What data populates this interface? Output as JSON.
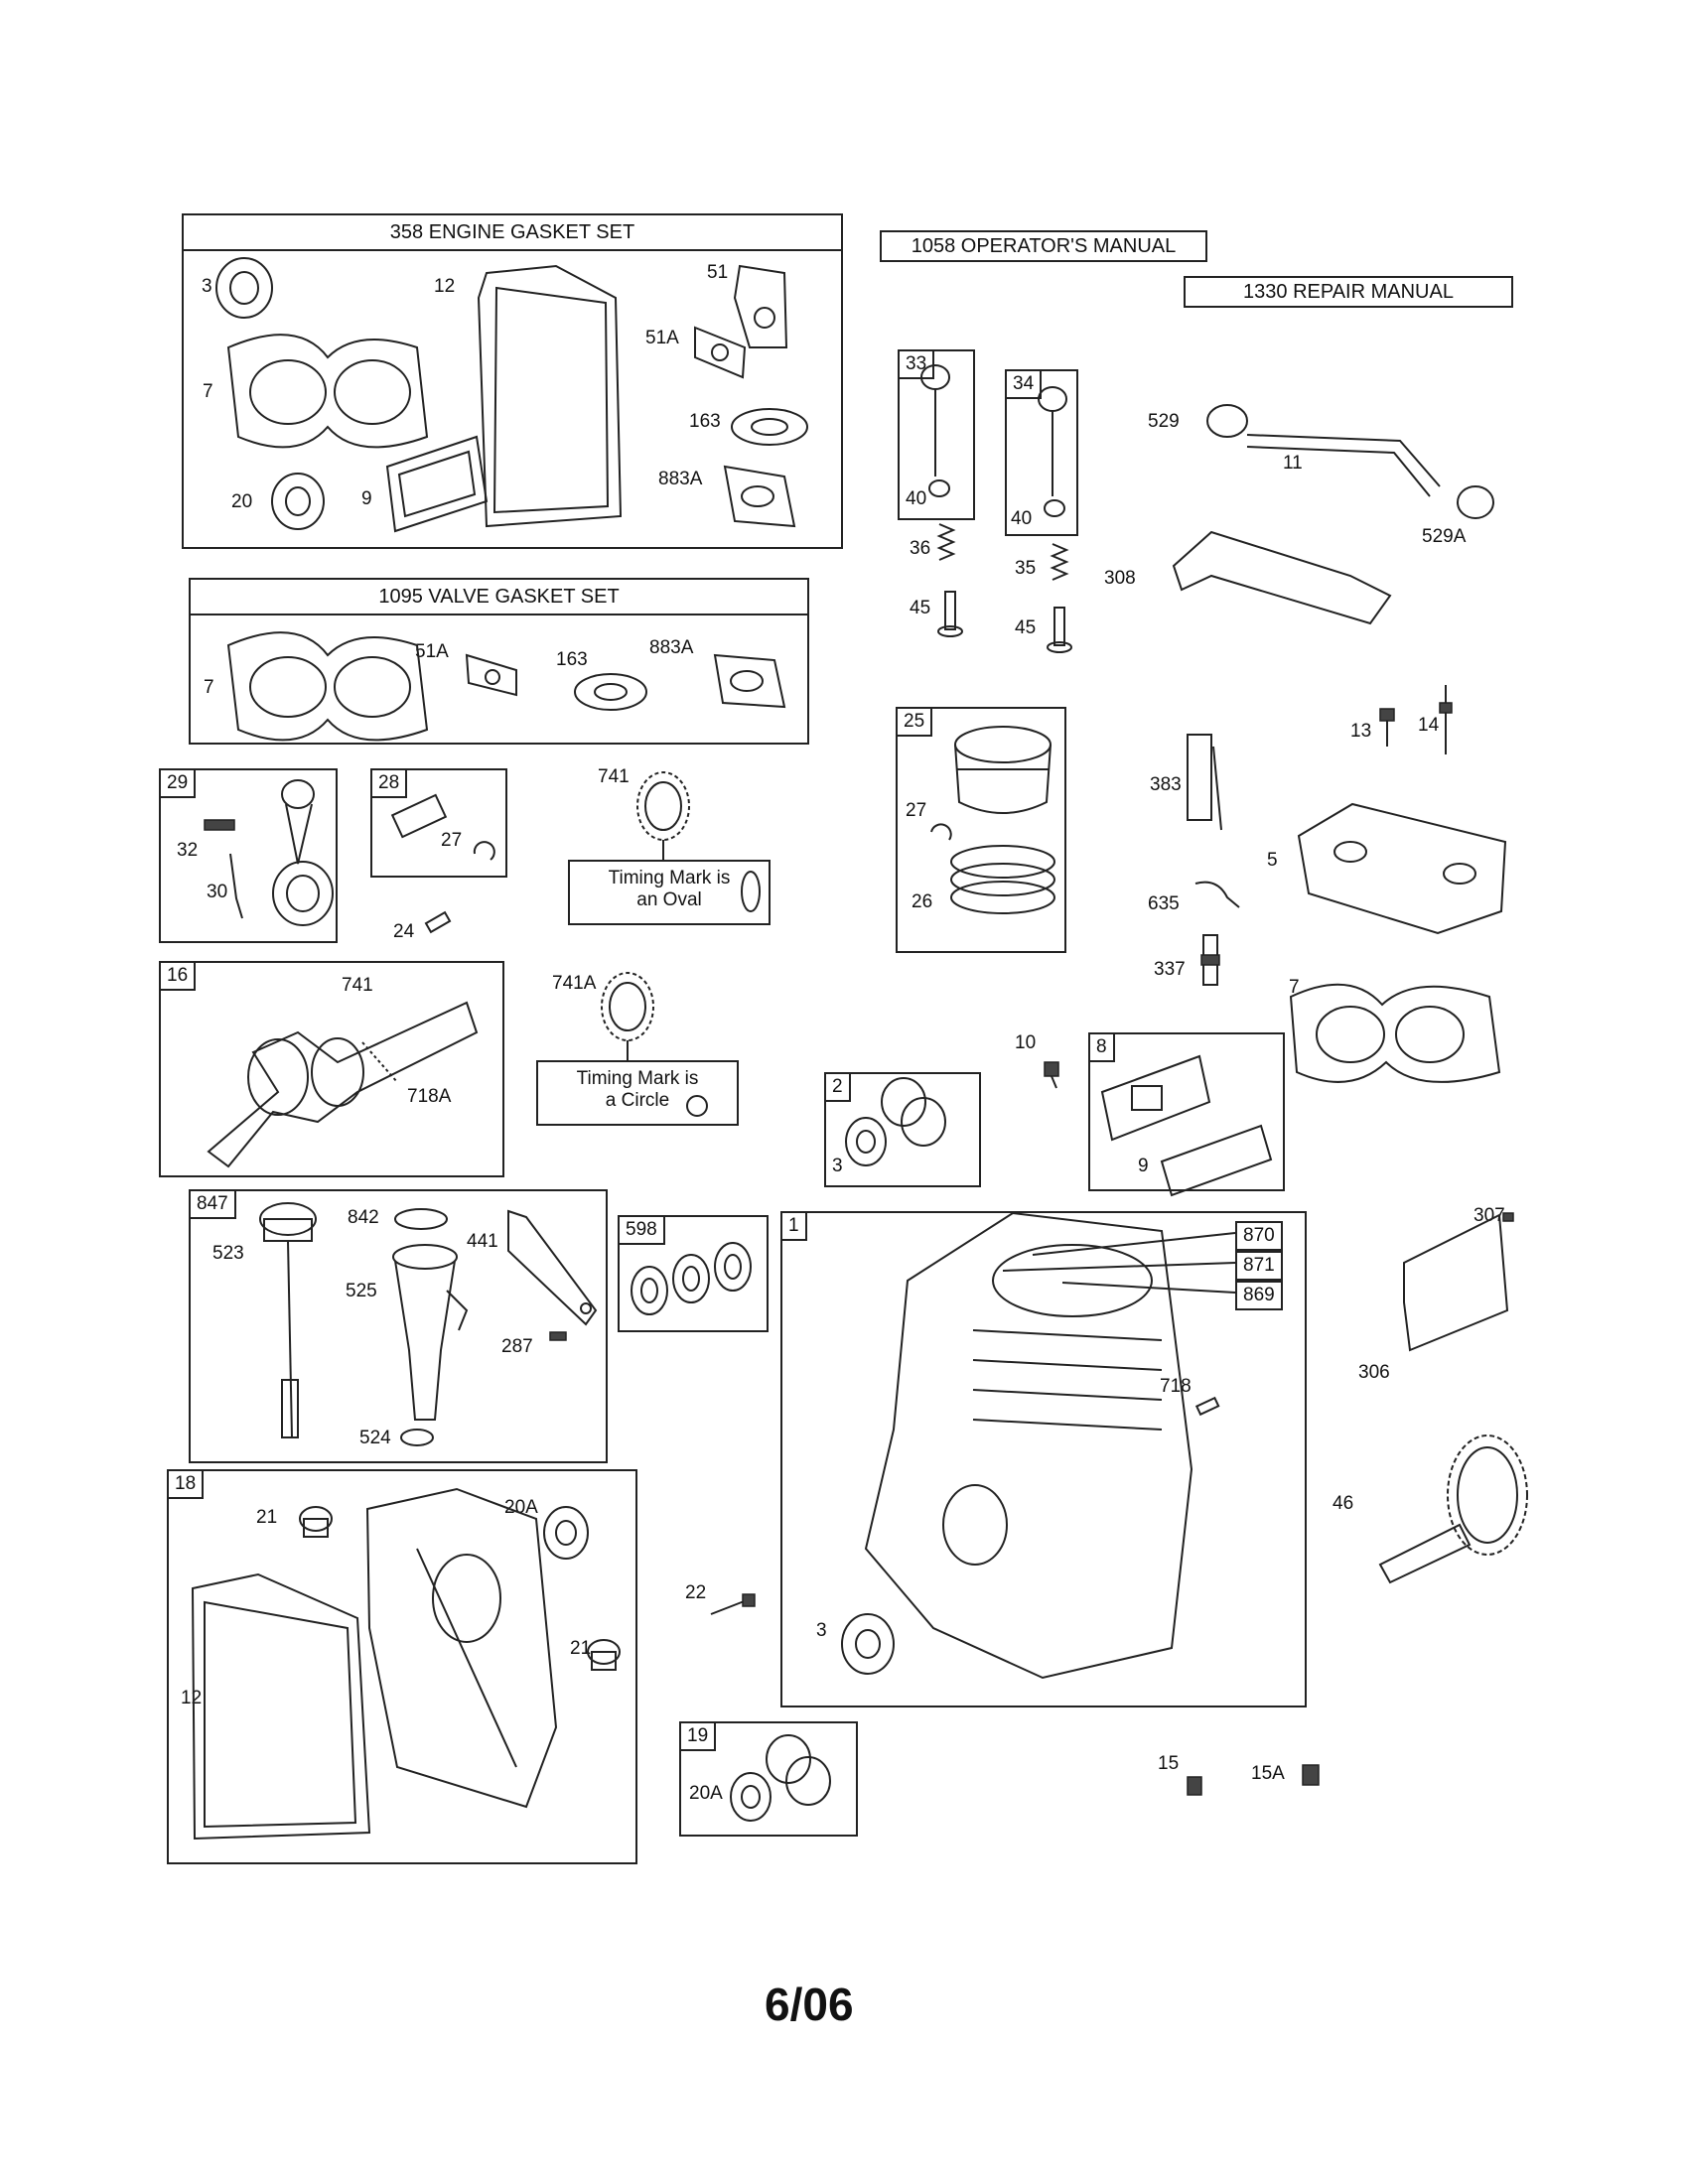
{
  "footer": "6/06",
  "manuals": {
    "operator": "1058 OPERATOR'S MANUAL",
    "repair": "1330 REPAIR MANUAL"
  },
  "engine_gasket_set": {
    "title": "358 ENGINE GASKET SET",
    "labels": [
      "3",
      "12",
      "51",
      "51A",
      "7",
      "163",
      "20",
      "9",
      "883A"
    ]
  },
  "valve_gasket_set": {
    "title": "1095 VALVE GASKET SET",
    "labels": [
      "7",
      "51A",
      "163",
      "883A"
    ]
  },
  "box_tags": {
    "b29": "29",
    "b28": "28",
    "b16": "16",
    "b847": "847",
    "b598": "598",
    "b18": "18",
    "b33": "33",
    "b34": "34",
    "b25": "25",
    "b2": "2",
    "b8": "8",
    "b1": "1",
    "b19": "19",
    "b870": "870",
    "b871": "871",
    "b869": "869"
  },
  "notes": {
    "oval_line1": "Timing Mark is",
    "oval_line2": "an Oval",
    "circle_line1": "Timing Mark is",
    "circle_line2": "a Circle"
  },
  "part_labels": {
    "p32": "32",
    "p30": "30",
    "p27a": "27",
    "p24": "24",
    "p741a": "741",
    "p741b": "741",
    "p718A": "718A",
    "p741A": "741A",
    "p523": "523",
    "p842": "842",
    "p525": "525",
    "p441": "441",
    "p287": "287",
    "p524": "524",
    "p21a": "21",
    "p20A": "20A",
    "p12": "12",
    "p21b": "21",
    "p22": "22",
    "p40a": "40",
    "p40b": "40",
    "p36": "36",
    "p35": "35",
    "p45a": "45",
    "p45b": "45",
    "p27b": "27",
    "p26": "26",
    "p3a": "3",
    "p3b": "3",
    "p9": "9",
    "p10": "10",
    "p529": "529",
    "p11": "11",
    "p529A": "529A",
    "p308": "308",
    "p13": "13",
    "p14": "14",
    "p383": "383",
    "p5": "5",
    "p635": "635",
    "p337": "337",
    "p7": "7",
    "p718": "718",
    "p307": "307",
    "p306": "306",
    "p46": "46",
    "p20Ab": "20A",
    "p15": "15",
    "p15A": "15A"
  }
}
